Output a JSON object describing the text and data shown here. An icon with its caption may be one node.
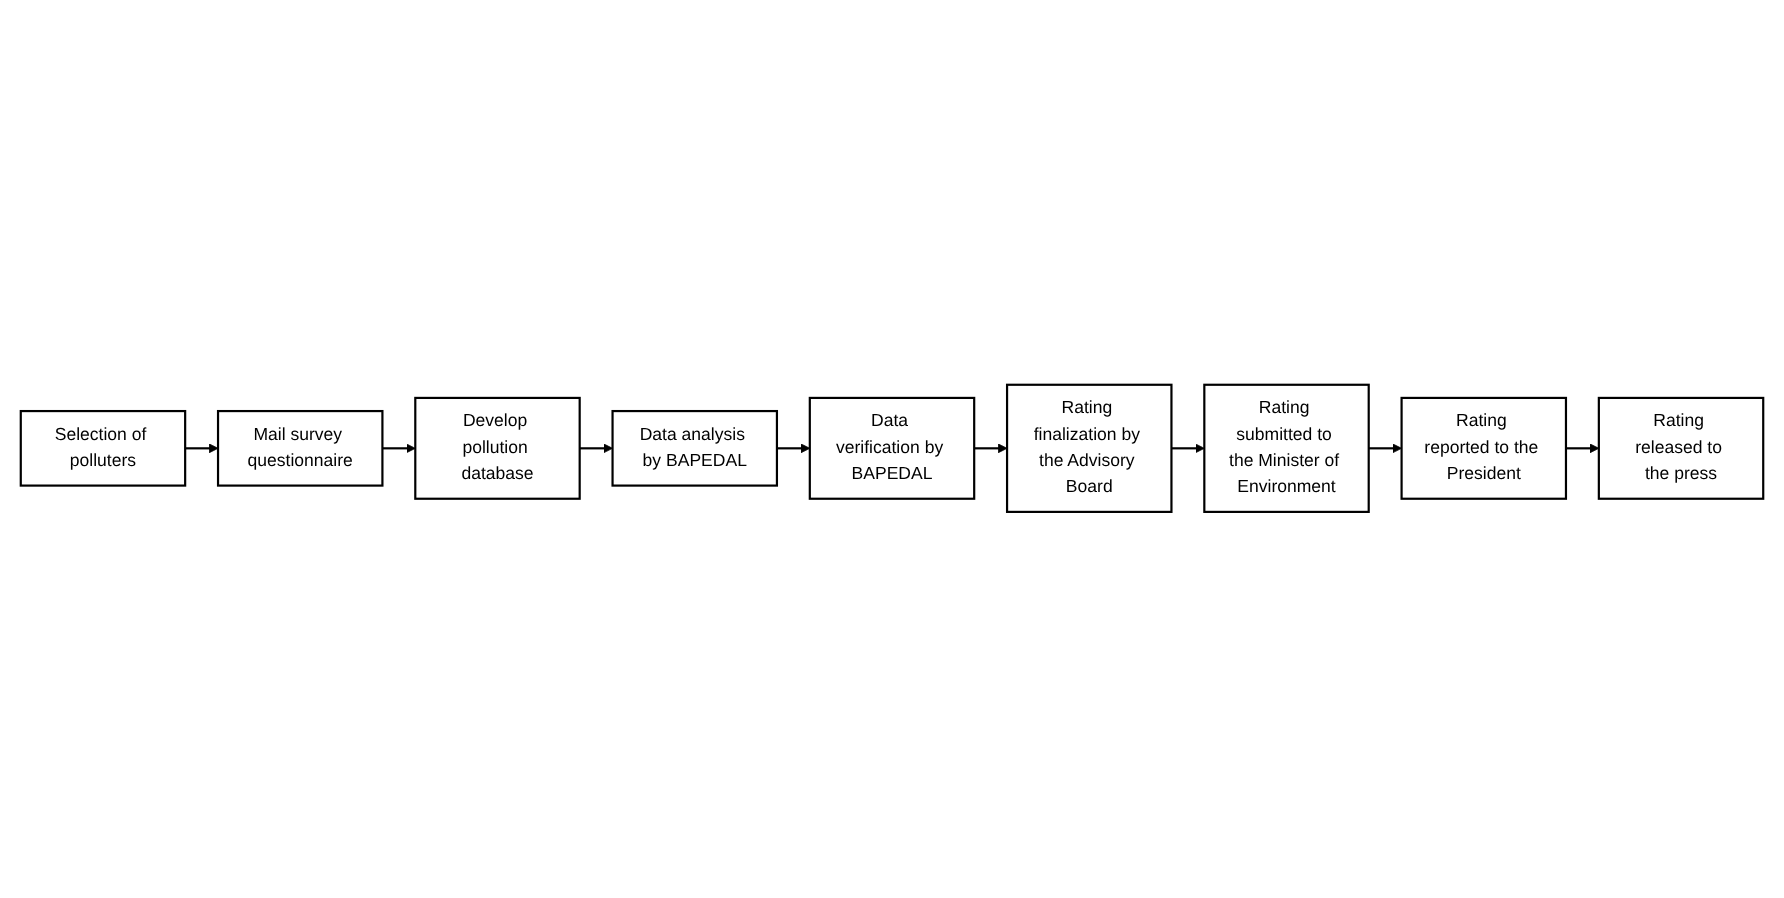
{
  "diagram": {
    "nodes": [
      {
        "text": [
          "Selection of polluters"
        ]
      },
      {
        "text": [
          "Mail survey questionnaire"
        ]
      },
      {
        "text": [
          "Develop pollution database"
        ]
      },
      {
        "text": [
          "Data analysis by BAPEDAL"
        ]
      },
      {
        "text": [
          "Data verification by BAPEDAL"
        ]
      },
      {
        "text": [
          "Rating finalization by the Advisory Board"
        ]
      },
      {
        "text": [
          "Rating submitted to the Minister of Environment"
        ]
      },
      {
        "text": [
          "Rating reported to the President"
        ]
      },
      {
        "text": [
          "Rating released to the press"
        ]
      }
    ],
    "edges": [
      {
        "from": 0,
        "to": 1,
        "arrow": "to"
      },
      {
        "from": 1,
        "to": 2,
        "arrow": "to"
      },
      {
        "from": 2,
        "to": 3,
        "arrow": "to"
      },
      {
        "from": 3,
        "to": 4,
        "arrow": "to"
      },
      {
        "from": 4,
        "to": 5,
        "arrow": "to"
      },
      {
        "from": 5,
        "to": 6,
        "arrow": "to"
      },
      {
        "from": 6,
        "to": 7,
        "arrow": "to"
      },
      {
        "from": 7,
        "to": 8,
        "arrow": "to"
      }
    ]
  }
}
